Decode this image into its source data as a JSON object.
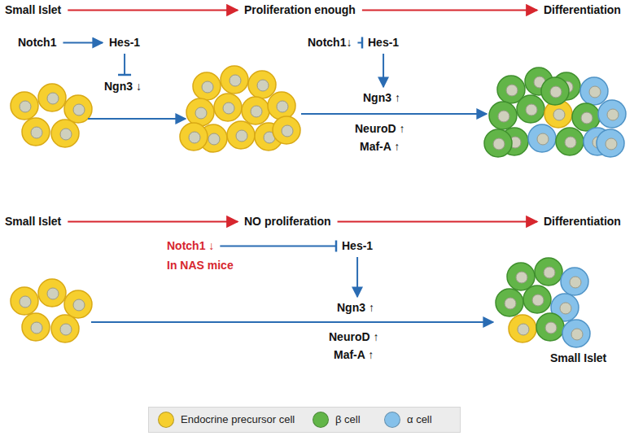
{
  "diagram": {
    "labels": [
      "Small Islet",
      "Proliferation enough",
      "Differentiation",
      "Notch1",
      "Hes-1",
      "Ngn3 ↓",
      "Notch1↓",
      "Hes-1",
      "Ngn3 ↑",
      "NeuroD ↑",
      "Maf-A ↑",
      "Small Islet",
      "NO proliferation",
      "Differentiation",
      "Notch1 ↓",
      "In NAS mice",
      "Hes-1",
      "Ngn3 ↑",
      "NeuroD ↑",
      "Maf-A ↑",
      "Small Islet"
    ],
    "legend": [
      {
        "text": "Endocrine precursor cell",
        "color": "#f6cf2e"
      },
      {
        "text": "β cell",
        "color": "#62b548"
      },
      {
        "text": "α cell",
        "color": "#86c1ea"
      }
    ]
  }
}
